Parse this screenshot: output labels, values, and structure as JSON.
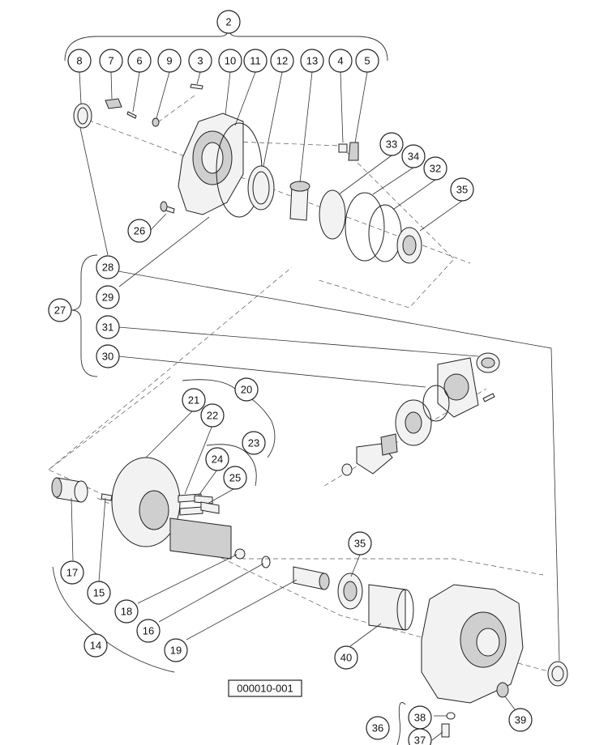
{
  "figure": {
    "reference_code": "000010-001"
  },
  "callouts": {
    "c2": "2",
    "c7": "7",
    "c6": "6",
    "c9": "9",
    "c3": "3",
    "c10": "10",
    "c11": "11",
    "c12": "12",
    "c13": "13",
    "c4": "4",
    "c5": "5",
    "c8": "8",
    "c33": "33",
    "c34": "34",
    "c32": "32",
    "c35a": "35",
    "c26": "26",
    "c28": "28",
    "c27": "27",
    "c29": "29",
    "c31": "31",
    "c30": "30",
    "c20": "20",
    "c21": "21",
    "c22": "22",
    "c23": "23",
    "c24": "24",
    "c25": "25",
    "c17": "17",
    "c15": "15",
    "c18": "18",
    "c16": "16",
    "c14": "14",
    "c19": "19",
    "c35b": "35",
    "c40": "40",
    "c36": "36",
    "c38": "38",
    "c39": "39",
    "c37": "37"
  }
}
